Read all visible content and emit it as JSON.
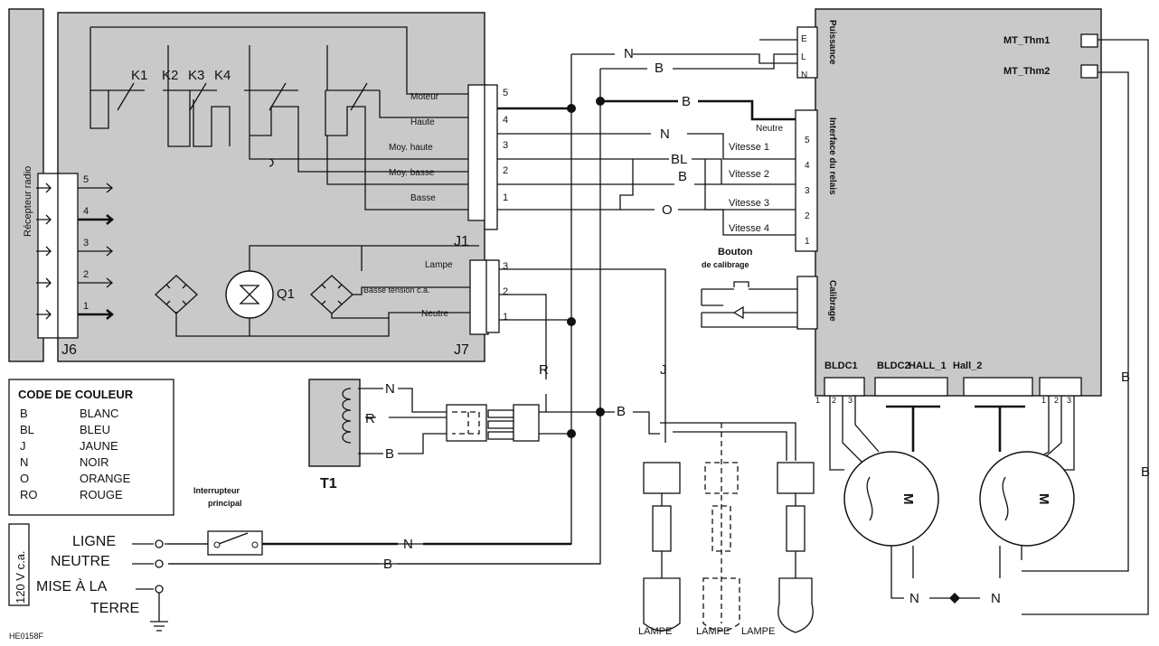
{
  "figure_code": "HE0158F",
  "radio_receiver": "Récepteur radio",
  "connectors": {
    "j1": "J1",
    "j6": "J6",
    "j7": "J7",
    "t1": "T1",
    "q1": "Q1"
  },
  "relays": [
    "K1",
    "K2",
    "K3",
    "K4"
  ],
  "j1_pins": [
    {
      "label": "Moteur",
      "num": "5"
    },
    {
      "label": "Haute",
      "num": "4"
    },
    {
      "label": "Moy. haute",
      "num": "3"
    },
    {
      "label": "Moy. basse",
      "num": "2"
    },
    {
      "label": "Basse",
      "num": "1"
    }
  ],
  "j6_pins": [
    "5",
    "4",
    "3",
    "2",
    "1"
  ],
  "j7_pins": [
    {
      "label": "Lampe",
      "num": "3"
    },
    {
      "label": "Basse tension c.a.",
      "num": "2"
    },
    {
      "label": "Neutre",
      "num": "1"
    }
  ],
  "wire_labels": {
    "n_top": "N",
    "b_top": "B",
    "b_neutre": "B",
    "n_v1": "N",
    "bl_v2": "BL",
    "b_v3": "B",
    "o_v4": "O",
    "r_mid": "R",
    "j_lamp": "J",
    "b_lamp": "B",
    "t1_n": "N",
    "t1_r": "R",
    "t1_b": "B",
    "line_n": "N",
    "neutral_b": "B",
    "right_b1": "B",
    "right_b2": "B",
    "motor_n1": "N",
    "motor_n2": "N"
  },
  "puissance": {
    "title": "Puissance",
    "pins": [
      "E",
      "L",
      "N"
    ]
  },
  "relay_interface": {
    "title": "Interface du relais",
    "neutre": "Neutre",
    "speeds": [
      "Vitesse 1",
      "Vitesse 2",
      "Vitesse 3",
      "Vitesse 4"
    ],
    "nums": [
      "5",
      "4",
      "3",
      "2",
      "1"
    ]
  },
  "calibration": {
    "title": "Calibrage",
    "button_line1": "Bouton",
    "button_line2": "de calibrage"
  },
  "thermal": [
    "MT_Thm1",
    "MT_Thm2"
  ],
  "bottom_connectors": {
    "bldc1": "BLDC1",
    "bldc2": "BLDC2",
    "hall1": "HALL_1",
    "hall2": "Hall_2",
    "pin_nums": [
      "1",
      "2",
      "3"
    ]
  },
  "motor_label": "M",
  "color_code": {
    "title": "CODE DE COULEUR",
    "rows": [
      {
        "code": "B",
        "name": "BLANC"
      },
      {
        "code": "BL",
        "name": "BLEU"
      },
      {
        "code": "J",
        "name": "JAUNE"
      },
      {
        "code": "N",
        "name": "NOIR"
      },
      {
        "code": "O",
        "name": "ORANGE"
      },
      {
        "code": "RO",
        "name": "ROUGE"
      }
    ]
  },
  "main_switch": {
    "line1": "Interrupteur",
    "line2": "principal"
  },
  "supply": {
    "voltage": "120 V c.a.",
    "ligne": "LIGNE",
    "neutre": "NEUTRE",
    "terre1": "MISE À LA",
    "terre2": "TERRE"
  },
  "lamps": [
    "LAMPE",
    "LAMPE",
    "LAMPE"
  ]
}
